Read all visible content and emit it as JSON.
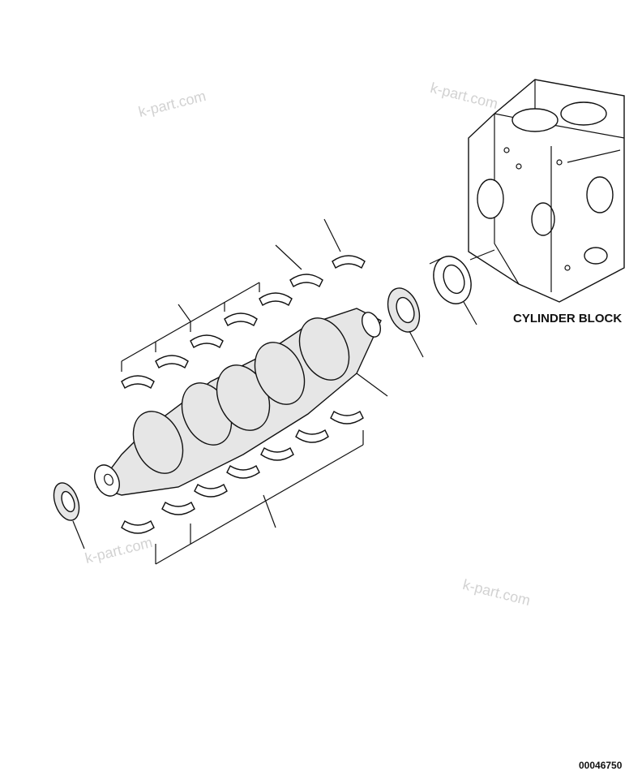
{
  "labels": {
    "cylinder_block": "CYLINDER BLOCK",
    "document_number": "00046750"
  },
  "watermarks": [
    "k-part.com",
    "k-part.com",
    "k-part.com",
    "k-part.com"
  ],
  "colors": {
    "line": "#111111",
    "watermark": "#d2d2d2",
    "background": "#ffffff"
  }
}
